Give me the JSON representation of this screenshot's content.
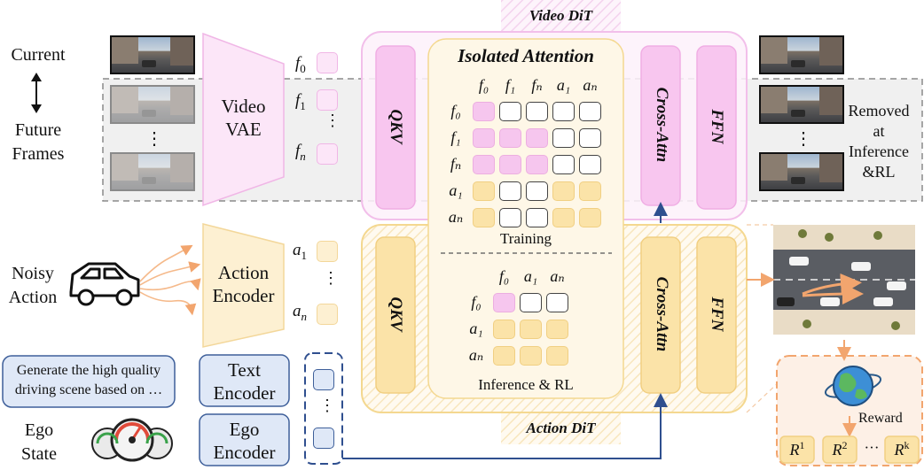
{
  "left": {
    "current": "Current",
    "future": "Future",
    "frames": "Frames",
    "noisy": "Noisy",
    "action": "Action",
    "ego": "Ego",
    "state": "State",
    "prompt_line1": "Generate the high quality",
    "prompt_line2": "driving scene based on …",
    "vdots": "⋮"
  },
  "encoders": {
    "video_line1": "Video",
    "video_line2": "VAE",
    "action_line1": "Action",
    "action_line2": "Encoder",
    "text_line1": "Text",
    "text_line2": "Encoder",
    "ego_line1": "Ego",
    "ego_line2": "Encoder"
  },
  "tokens": {
    "f0": "f",
    "f1": "f",
    "fn": "f",
    "a1": "a",
    "an": "a",
    "sub0": "0",
    "sub1": "1",
    "subn": "n",
    "vdots": "⋮"
  },
  "dit": {
    "video_title": "Video DiT",
    "action_title": "Action DiT",
    "qkv": "QKV",
    "cross_attn": "Cross-Attn",
    "ffn": "FFN"
  },
  "attention": {
    "title": "Isolated Attention",
    "training_label": "Training",
    "inference_label": "Inference & RL",
    "training_cols": [
      "f₀",
      "f₁",
      "fₙ",
      "a₁",
      "aₙ"
    ],
    "training_rows": [
      "f₀",
      "f₁",
      "fₙ",
      "a₁",
      "aₙ"
    ],
    "training_grid": [
      [
        "p",
        "w",
        "w",
        "w",
        "w"
      ],
      [
        "p",
        "p",
        "p",
        "w",
        "w"
      ],
      [
        "p",
        "p",
        "p",
        "w",
        "w"
      ],
      [
        "y",
        "w",
        "w",
        "y",
        "y"
      ],
      [
        "y",
        "w",
        "w",
        "y",
        "y"
      ]
    ],
    "inference_cols": [
      "f₀",
      "a₁",
      "aₙ"
    ],
    "inference_rows": [
      "f₀",
      "a₁",
      "aₙ"
    ],
    "inference_grid": [
      [
        "p",
        "w",
        "w"
      ],
      [
        "y",
        "y",
        "y"
      ],
      [
        "y",
        "y",
        "y"
      ]
    ]
  },
  "right": {
    "removed_line1": "Removed",
    "removed_line2": "at",
    "removed_line3": "Inference",
    "removed_line4": "&RL",
    "reward": "Reward",
    "r1": "R",
    "r2": "R",
    "rk": "R",
    "sup1": "1",
    "sup2": "2",
    "supk": "k",
    "ellipsis": "···",
    "vdots": "⋮"
  },
  "colors": {
    "pink_fill": "#fdf0fb",
    "pink_stroke": "#f2bfea",
    "yellow_fill": "#fef8e6",
    "yellow_stroke": "#f4d890",
    "blue_stroke": "#2f4f8f",
    "orange": "#f2a56e"
  }
}
